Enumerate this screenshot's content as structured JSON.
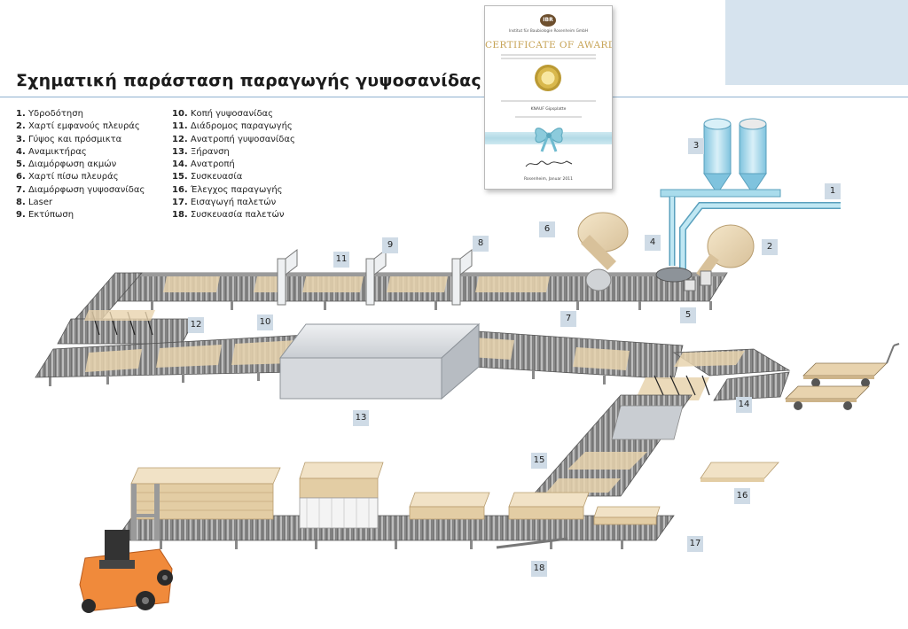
{
  "title": "Σχηματική παράσταση παραγωγής γυψοσανίδας",
  "legend_left": [
    {
      "num": "1.",
      "text": "Υδροδότηση"
    },
    {
      "num": "2.",
      "text": "Χαρτί εμφανούς πλευράς"
    },
    {
      "num": "3.",
      "text": "Γύψος και πρόσμικτα"
    },
    {
      "num": "4.",
      "text": "Αναμικτήρας"
    },
    {
      "num": "5.",
      "text": "Διαμόρφωση ακμών"
    },
    {
      "num": "6.",
      "text": "Χαρτί πίσω πλευράς"
    },
    {
      "num": "7.",
      "text": "Διαμόρφωση γυψοσανίδας"
    },
    {
      "num": "8.",
      "text": "Laser"
    },
    {
      "num": "9.",
      "text": "Εκτύπωση"
    }
  ],
  "legend_right": [
    {
      "num": "10.",
      "text": "Κοπή γυψοσανίδας"
    },
    {
      "num": "11.",
      "text": "Διάδρομος παραγωγής"
    },
    {
      "num": "12.",
      "text": "Ανατροπή γυψοσανίδας"
    },
    {
      "num": "13.",
      "text": "Ξήρανση"
    },
    {
      "num": "14.",
      "text": "Ανατροπή"
    },
    {
      "num": "15.",
      "text": "Συσκευασία"
    },
    {
      "num": "16.",
      "text": "Έλεγχος παραγωγής"
    },
    {
      "num": "17.",
      "text": "Εισαγωγή παλετών"
    },
    {
      "num": "18.",
      "text": "Συσκευασία παλετών"
    }
  ],
  "certificate": {
    "logo": "IBR",
    "institute": "Institut für Baubiologie Rosenheim GmbH",
    "heading": "CERTIFICATE OF AWARD",
    "recipient": "KNAUF Gipsplatte",
    "location": "Rosenheim, Januar 2011"
  },
  "markers": [
    "1",
    "2",
    "3",
    "4",
    "5",
    "6",
    "7",
    "8",
    "9",
    "10",
    "11",
    "12",
    "13",
    "14",
    "15",
    "16",
    "17",
    "18"
  ],
  "colors": {
    "badge": "#cfdbe6",
    "board": "#e8d3ae",
    "roller": "#7d7d7d",
    "pipe": "#a9dcec",
    "dryer": "#d6d9dd",
    "forklift": "#f08a3b",
    "accent_rule": "#8fb1cf"
  }
}
